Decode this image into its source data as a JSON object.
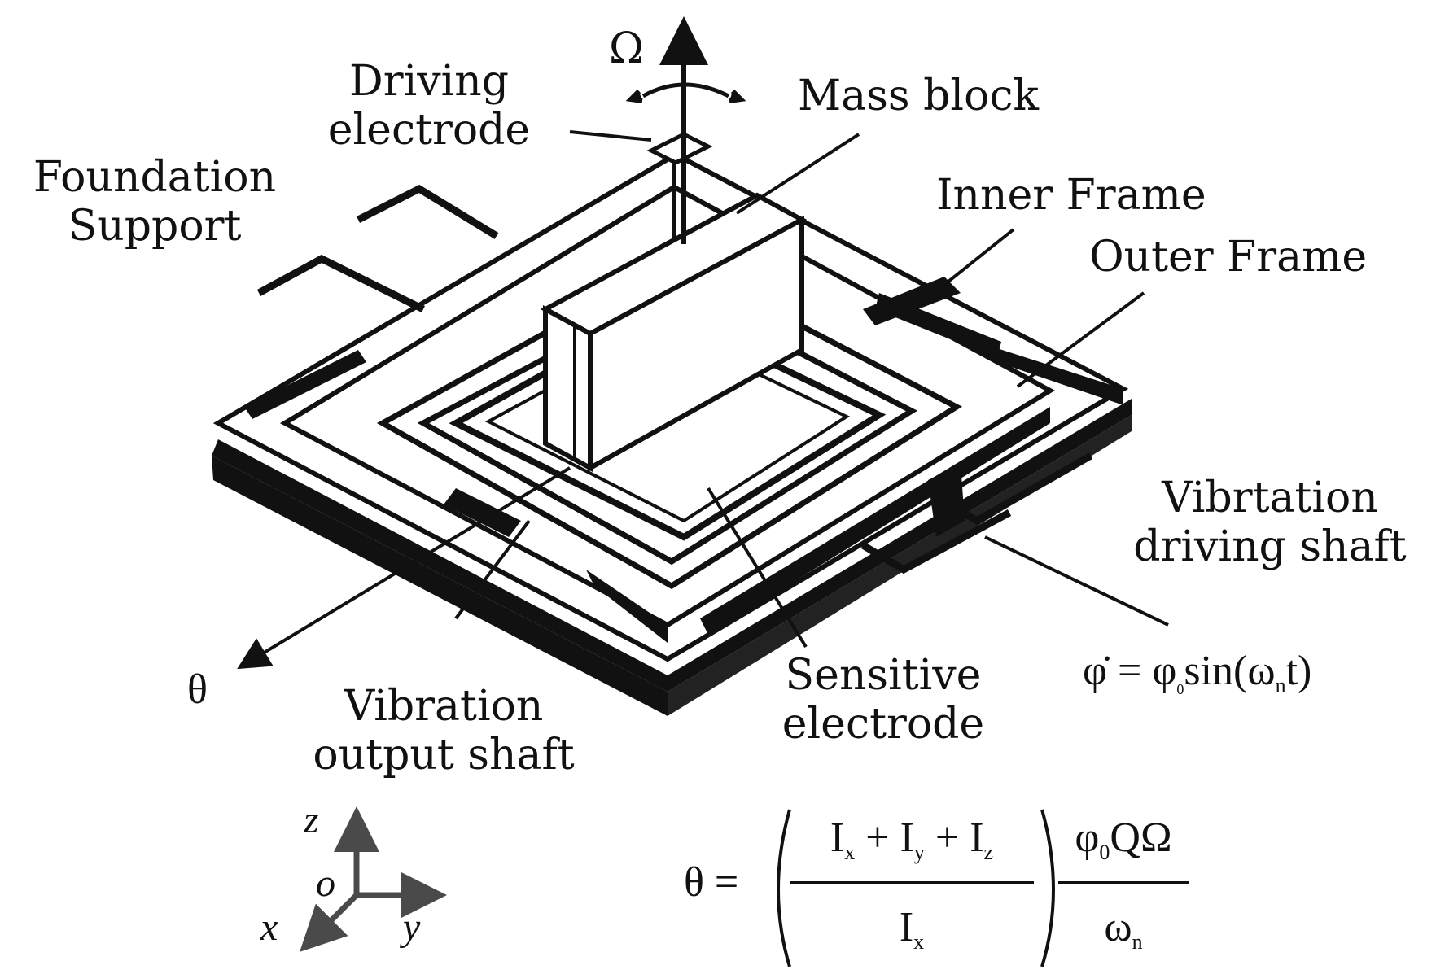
{
  "labels": {
    "omega": "Ω",
    "driving_electrode": [
      "Driving",
      "electrode"
    ],
    "mass_block": "Mass block",
    "foundation_support": [
      "Foundation",
      "Support"
    ],
    "inner_frame": "Inner Frame",
    "outer_frame": "Outer Frame",
    "vibration_driving_shaft": [
      "Vibrtation",
      "driving shaft"
    ],
    "theta": "θ",
    "sensitive_electrode": [
      "Sensitive",
      "electrode"
    ],
    "vibration_output_shaft": [
      "Vibration",
      "output shaft"
    ]
  },
  "axes": {
    "z": "z",
    "o": "o",
    "x": "x",
    "y": "y"
  },
  "equations": {
    "phi_dot": {
      "phi_dot": "φ̇",
      "eq": "=",
      "phi": "φ",
      "phi_sub": "0",
      "sin": "sin(ω",
      "omega_sub": "n",
      "tail": "t)"
    },
    "theta": {
      "theta": "θ",
      "eq": "=",
      "Ix": "I",
      "x": "x",
      "plus1": "+",
      "Iy": "I",
      "y": "y",
      "plus2": "+",
      "Iz": "I",
      "z": "z",
      "den_I": "I",
      "den_x": "x",
      "right_num": "φ",
      "right_num_sub": "0",
      "right_num_tail": "QΩ",
      "right_den": "ω",
      "right_den_sub": "n"
    }
  },
  "colors": {
    "ink": "#111111",
    "axis_gray": "#4a4a4a",
    "paper": "#ffffff"
  }
}
